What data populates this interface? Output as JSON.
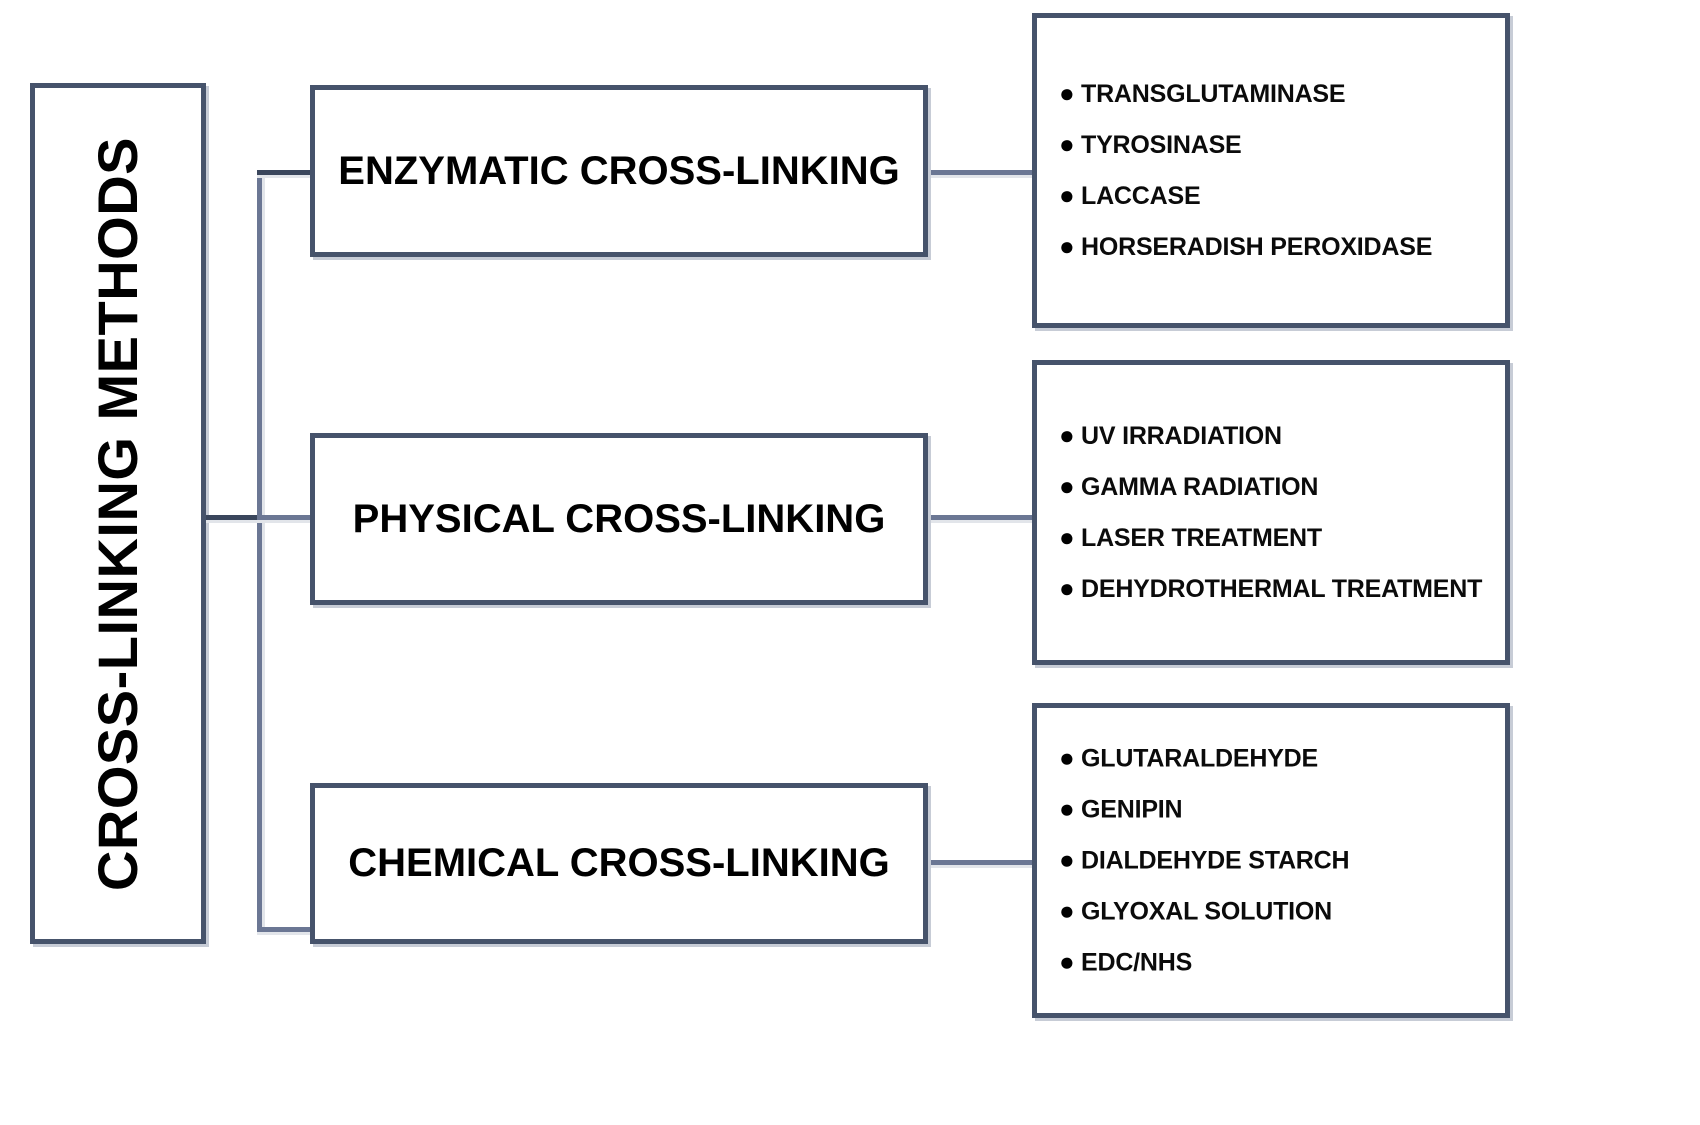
{
  "diagram": {
    "root": {
      "title": "CROSS-LINKING METHODS",
      "orientation": "vertical"
    },
    "categories": [
      {
        "label": "ENZYMATIC CROSS-LINKING",
        "items": [
          "TRANSGLUTAMINASE",
          "TYROSINASE",
          "LACCASE",
          "HORSERADISH PEROXIDASE"
        ]
      },
      {
        "label": "PHYSICAL CROSS-LINKING",
        "items": [
          "UV IRRADIATION",
          "GAMMA RADIATION",
          "LASER TREATMENT",
          "DEHYDROTHERMAL TREATMENT"
        ]
      },
      {
        "label": "CHEMICAL CROSS-LINKING",
        "items": [
          "GLUTARALDEHYDE",
          "GENIPIN",
          "DIALDEHYDE STARCH",
          "GLYOXAL SOLUTION",
          "EDC/NHS"
        ]
      }
    ],
    "bullet_glyph": "●",
    "colors": {
      "box_border": "#46536b",
      "box_shadow": "#c7ccd6",
      "connector": "#6b7794",
      "connector_dark": "#3a465c",
      "text": "#000000",
      "background": "#ffffff"
    }
  }
}
